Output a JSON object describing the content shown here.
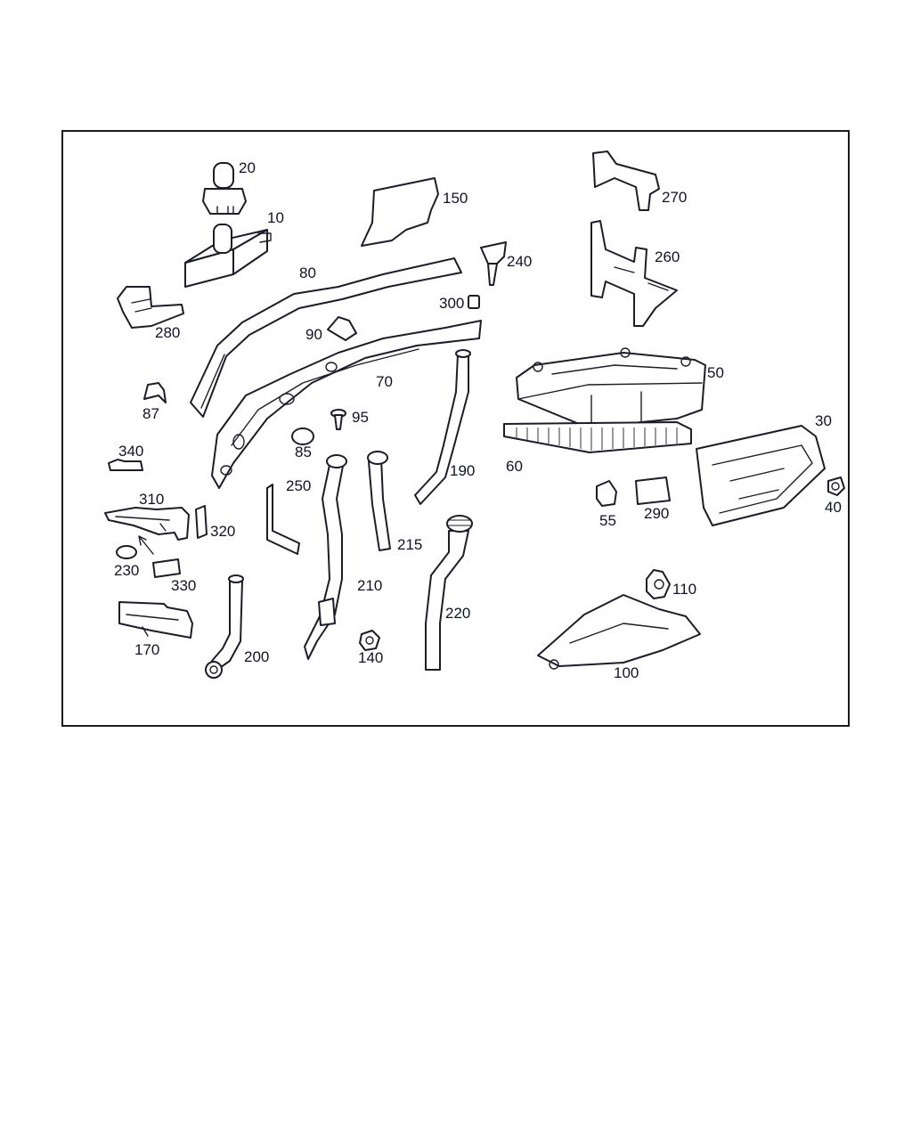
{
  "diagram": {
    "labels": {
      "p10": "10",
      "p20": "20",
      "p30": "30",
      "p40": "40",
      "p50": "50",
      "p55": "55",
      "p60": "60",
      "p70": "70",
      "p80": "80",
      "p85": "85",
      "p87": "87",
      "p90": "90",
      "p95": "95",
      "p100": "100",
      "p110": "110",
      "p140": "140",
      "p150": "150",
      "p170": "170",
      "p190": "190",
      "p200": "200",
      "p210": "210",
      "p215": "215",
      "p220": "220",
      "p230": "230",
      "p240": "240",
      "p250": "250",
      "p260": "260",
      "p270": "270",
      "p280": "280",
      "p290": "290",
      "p300": "300",
      "p310": "310",
      "p320": "320",
      "p330": "330",
      "p340": "340"
    },
    "colors": {
      "line": "#1c1c2a",
      "frame": "#1a1a1a",
      "background": "#ffffff"
    }
  }
}
